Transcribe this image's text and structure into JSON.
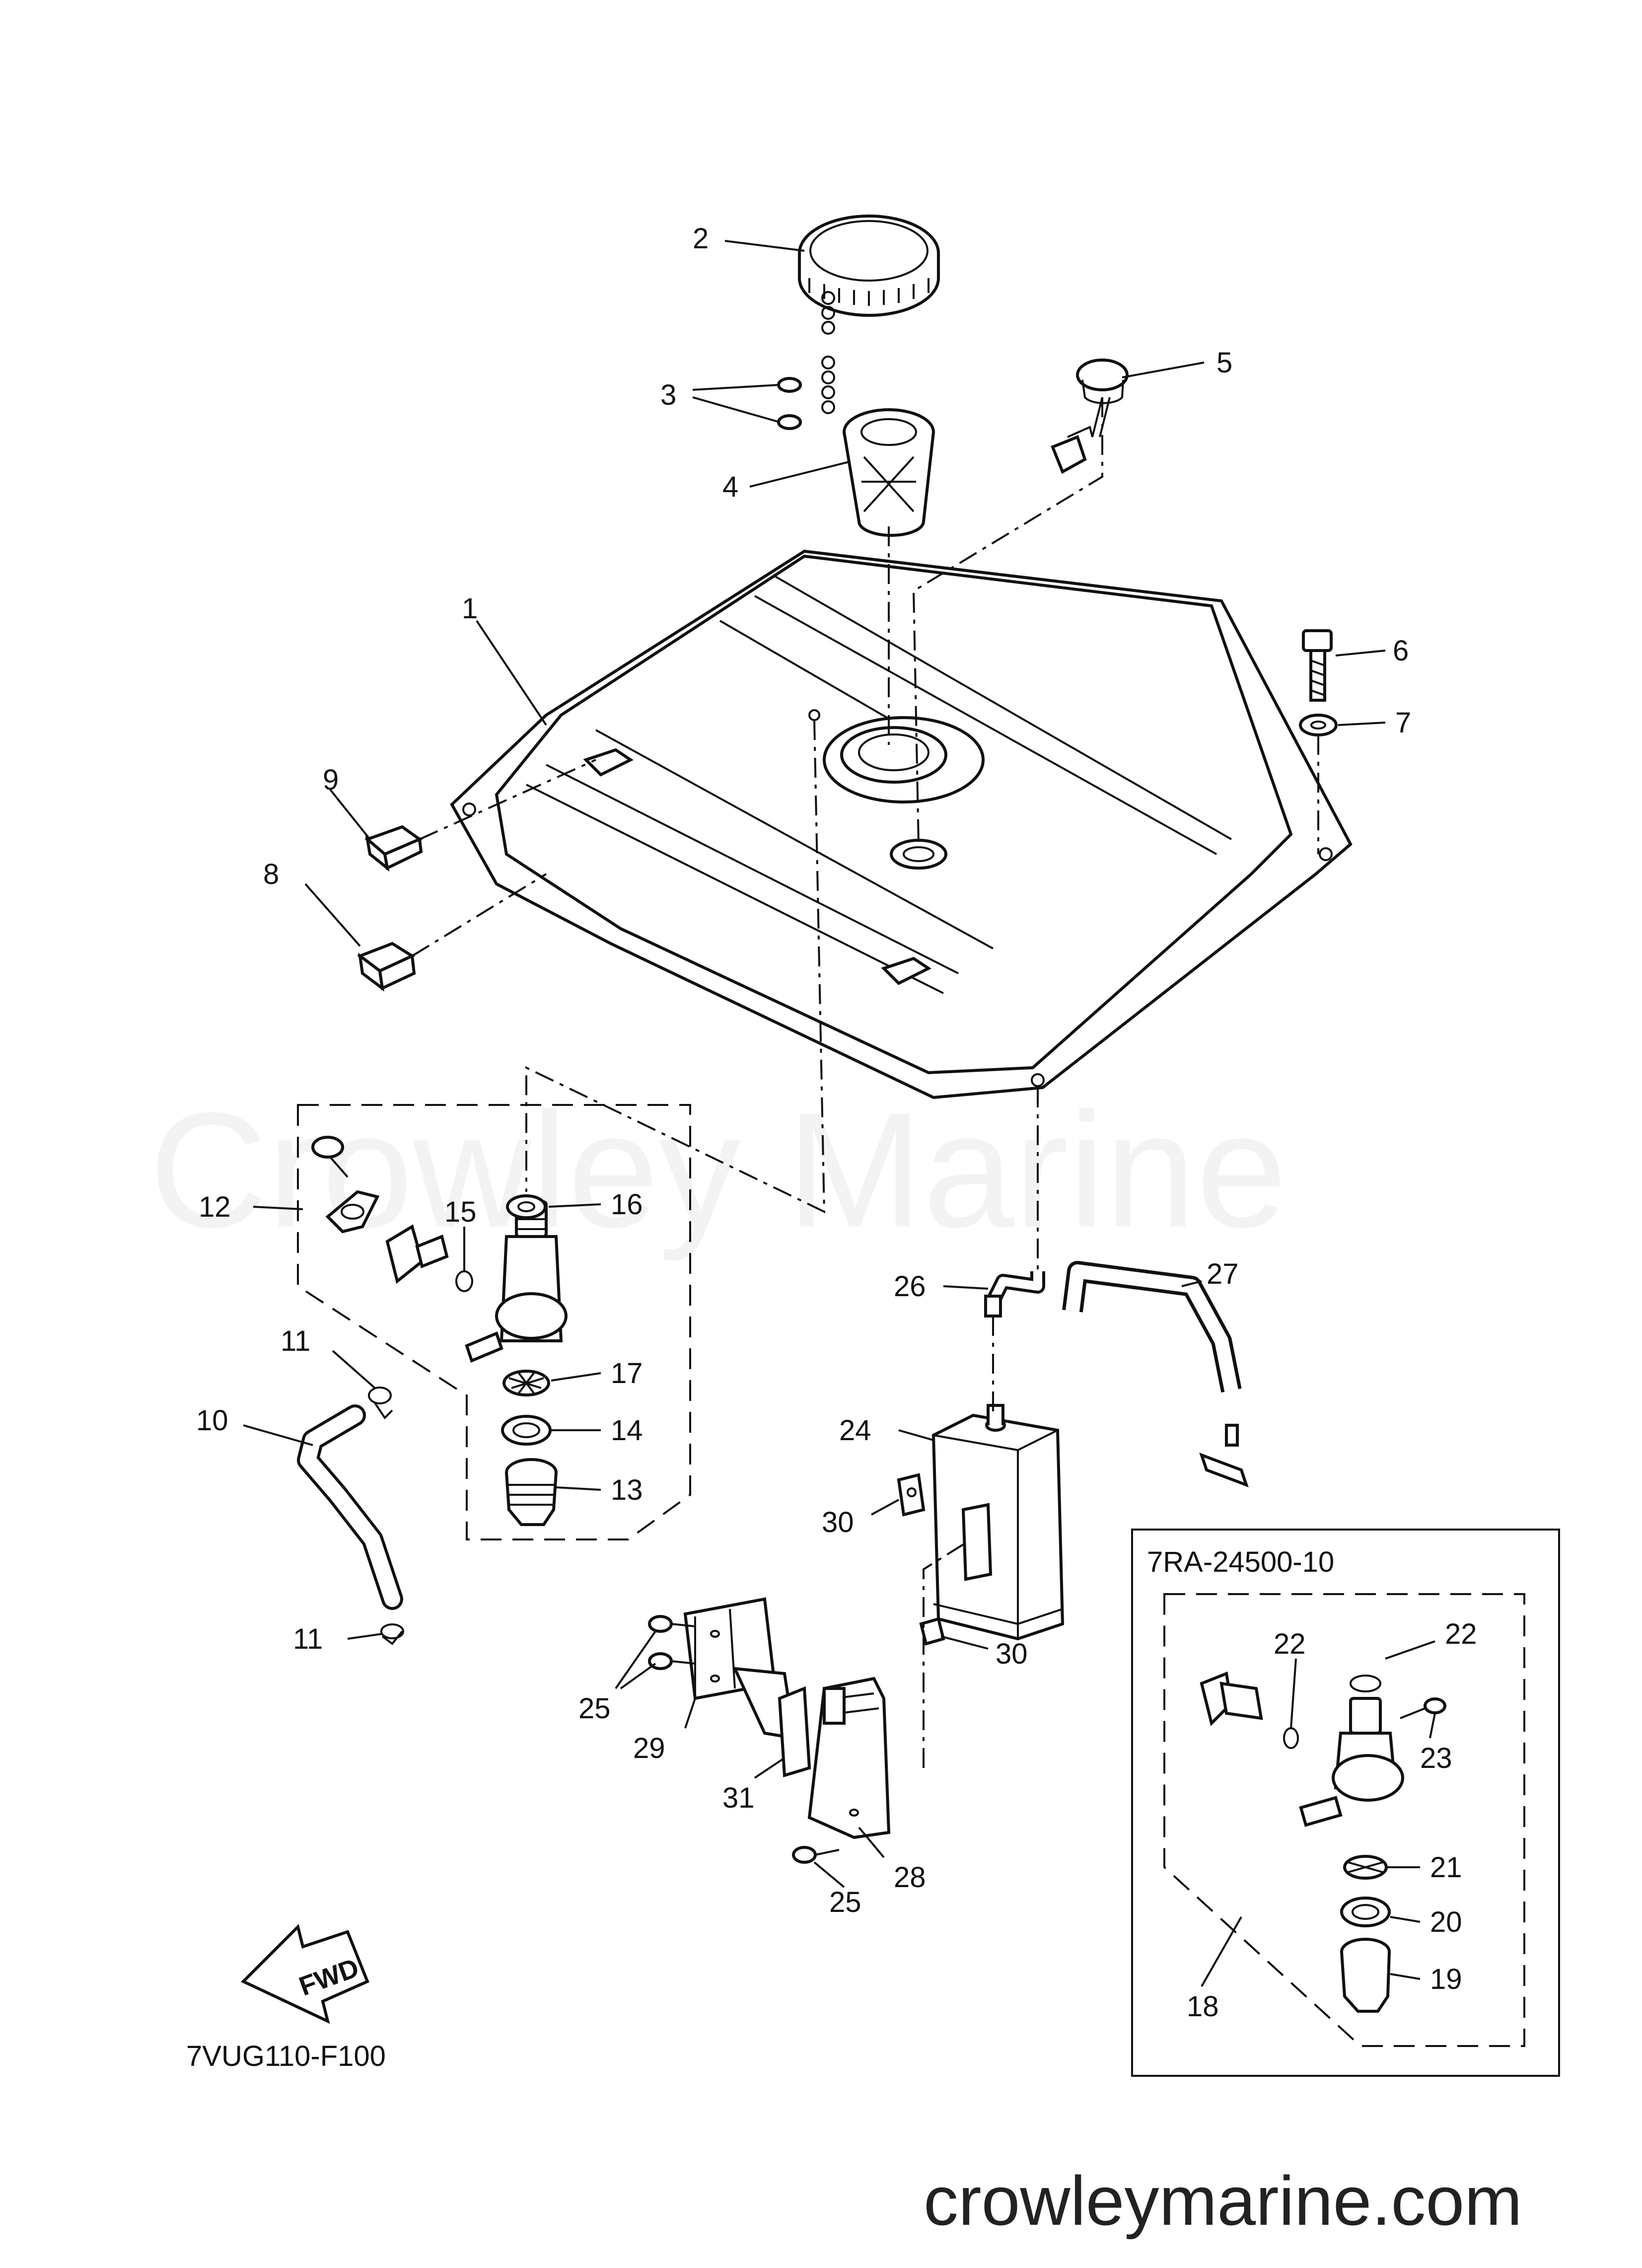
{
  "watermark": "Crowley Marine",
  "website": "crowleymarine.com",
  "diagram_code": "7VUG110-F100",
  "inset_part_number": "7RA-24500-10",
  "fwd_label": "FWD",
  "callouts": {
    "c1": "1",
    "c2": "2",
    "c3": "3",
    "c4": "4",
    "c5": "5",
    "c6": "6",
    "c7": "7",
    "c8": "8",
    "c9": "9",
    "c10": "10",
    "c11a": "11",
    "c11b": "11",
    "c12": "12",
    "c13": "13",
    "c14": "14",
    "c15": "15",
    "c16": "16",
    "c17": "17",
    "c18": "18",
    "c19": "19",
    "c20": "20",
    "c21": "21",
    "c22a": "22",
    "c22b": "22",
    "c23": "23",
    "c24": "24",
    "c25a": "25",
    "c25b": "25",
    "c26": "26",
    "c27": "27",
    "c28": "28",
    "c29": "29",
    "c30a": "30",
    "c30b": "30",
    "c31": "31"
  }
}
